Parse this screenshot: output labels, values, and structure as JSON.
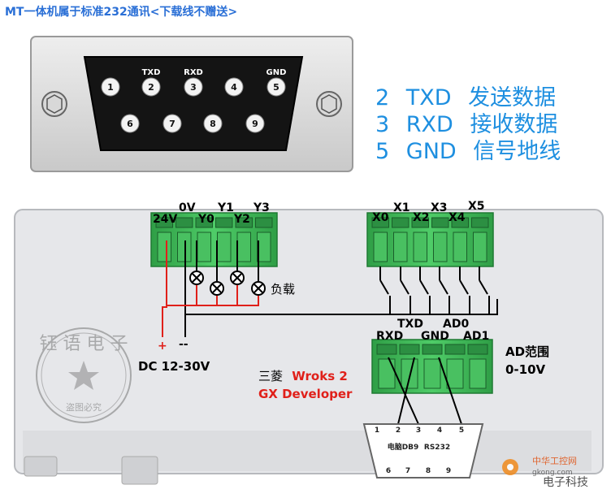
{
  "title": "MT一体机属于标准232通讯<下载线不赠送>",
  "db9_top": {
    "pins": [
      "1",
      "2",
      "3",
      "4",
      "5",
      "6",
      "7",
      "8",
      "9"
    ],
    "labels": {
      "txd": "TXD",
      "rxd": "RXD",
      "gnd": "GND"
    }
  },
  "pin_legend": [
    {
      "num": "2",
      "signal": "TXD",
      "desc": "发送数据"
    },
    {
      "num": "3",
      "signal": "RXD",
      "desc": "接收数据"
    },
    {
      "num": "5",
      "signal": "GND",
      "desc": "信号地线"
    }
  ],
  "output_terminals": [
    "24V",
    "0V",
    "Y0",
    "Y1",
    "Y2",
    "Y3"
  ],
  "input_terminals": [
    "X0",
    "X1",
    "X2",
    "X3",
    "X4",
    "X5"
  ],
  "comm_terminals": {
    "rxd": "RXD",
    "txd": "TXD",
    "gnd": "GND",
    "ad0": "AD0",
    "ad1": "AD1"
  },
  "load_label": "负载",
  "power_plus": "+",
  "power_minus": "--",
  "power_label": "DC 12-30V",
  "ad_range": {
    "line1": "AD范围",
    "line2": "0-10V"
  },
  "software": {
    "brand": "三菱",
    "name1": "Wroks 2",
    "name2": "GX Developer"
  },
  "db9_bottom": {
    "pins": [
      "1",
      "2",
      "3",
      "4",
      "5",
      "6",
      "7",
      "8",
      "9"
    ],
    "label1": "电脑DB9",
    "label2": "RS232"
  },
  "stamp": {
    "text": "钰 语 电 子",
    "sub": "盗图必究"
  },
  "watermark": {
    "line1": "中华工控网",
    "line2": "gkong.com",
    "line3": "电子科技"
  },
  "colors": {
    "accent": "#2a6fd6",
    "legend": "#1e8fe0",
    "terminal_green": "#3dbb57",
    "red": "#e0201a"
  }
}
